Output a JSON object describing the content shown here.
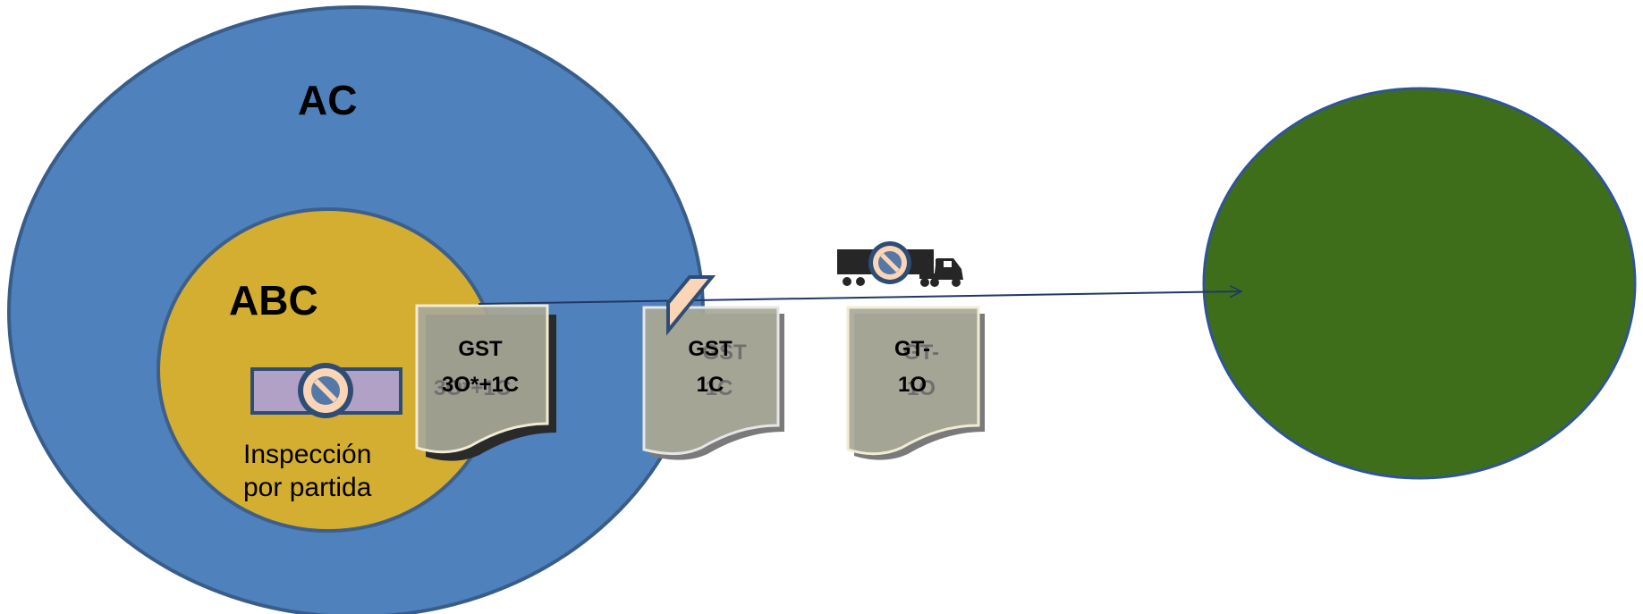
{
  "outer_region": {
    "label": "AC",
    "color": "#4f81bd"
  },
  "inner_region": {
    "label": "ABC",
    "color": "#d4ae31",
    "caption_line1": "Inspección",
    "caption_line2": "por partida"
  },
  "destination_region": {
    "color": "#3f6e1b"
  },
  "documents": [
    {
      "line1": "GST",
      "line2": "3O*+1C"
    },
    {
      "line1": "GST",
      "line2": "1C"
    },
    {
      "line1": "GT-",
      "line2": "1O"
    }
  ],
  "icons": {
    "barrier": "blocked-barrier-icon",
    "prohibited": "prohibited-sign-icon",
    "truck": "truck-icon",
    "tag": "tag-icon"
  }
}
